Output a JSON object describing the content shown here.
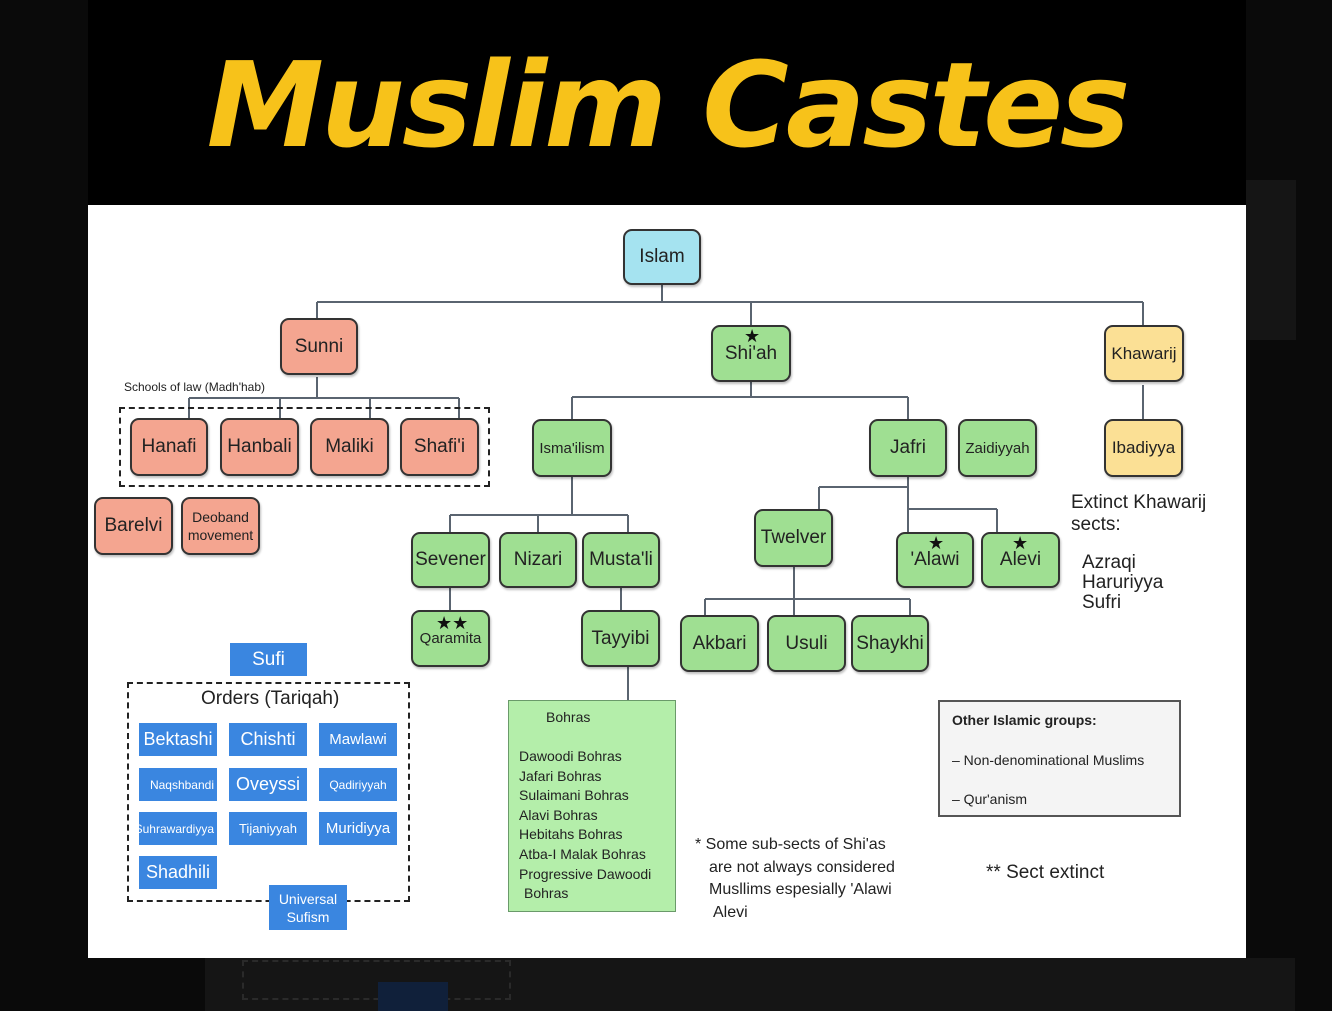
{
  "title": "Muslim Castes",
  "root": "Islam",
  "branches": {
    "sunni": "Sunni",
    "shiah": "Shi'ah",
    "khawarij": "Khawarij"
  },
  "schools_label": "Schools of law (Madh'hab)",
  "schools": [
    "Hanafi",
    "Hanbali",
    "Maliki",
    "Shafi'i"
  ],
  "sunni_movements": [
    "Barelvi",
    "Deoband movement"
  ],
  "shia": {
    "ismailism": "Isma'ilism",
    "jafri": "Jafri",
    "zaidiyyah": "Zaidiyyah",
    "sevener": "Sevener",
    "nizari": "Nizari",
    "mustali": "Musta'li",
    "qaramita": "Qaramita",
    "tayyibi": "Tayyibi",
    "twelver": "Twelver",
    "alawi": "'Alawi",
    "alevi": "Alevi",
    "akbari": "Akbari",
    "usuli": "Usuli",
    "shaykhi": "Shaykhi"
  },
  "ibadiyya": "Ibadiyya",
  "extinct_khawarij": {
    "heading_line1": "Extinct Khawarij",
    "heading_line2": "sects:",
    "sects": [
      "Azraqi",
      "Haruriyya",
      "Sufri"
    ]
  },
  "bohras": {
    "heading": "Bohras",
    "items": [
      "Dawoodi Bohras",
      "Jafari Bohras",
      "Sulaimani Bohras",
      "Alavi Bohras",
      "Hebitahs Bohras",
      "Atba-I Malak Bohras",
      "Progressive Dawoodi",
      "Bohras"
    ]
  },
  "sufi": {
    "title": "Sufi",
    "orders_label": "Orders (Tariqah)",
    "orders": [
      "Bektashi",
      "Chishti",
      "Mawlawi",
      "Naqshbandi",
      "Oveyssi",
      "Qadiriyyah",
      "Suhrawardiyya",
      "Tijaniyyah",
      "Muridiyya",
      "Shadhili"
    ],
    "universal_line1": "Universal",
    "universal_line2": "Sufism"
  },
  "other_groups": {
    "heading": "Other Islamic groups:",
    "items": [
      "– Non-denominational Muslims",
      "– Qur'anism"
    ]
  },
  "footnote_single": {
    "line1": "* Some sub-sects of Shi'as",
    "line2": "are not always considered",
    "line3": "Musllims espesially 'Alawi",
    "line4": "Alevi"
  },
  "footnote_double": "** Sect extinct",
  "colors": {
    "banner_title": "#f7c21a",
    "root": "#a5e3f0",
    "sunni": "#f4a590",
    "shia": "#9fdf92",
    "khawarij": "#fbe095",
    "sufi": "#3a86e0",
    "bohras_box": "#b4eeaa"
  }
}
